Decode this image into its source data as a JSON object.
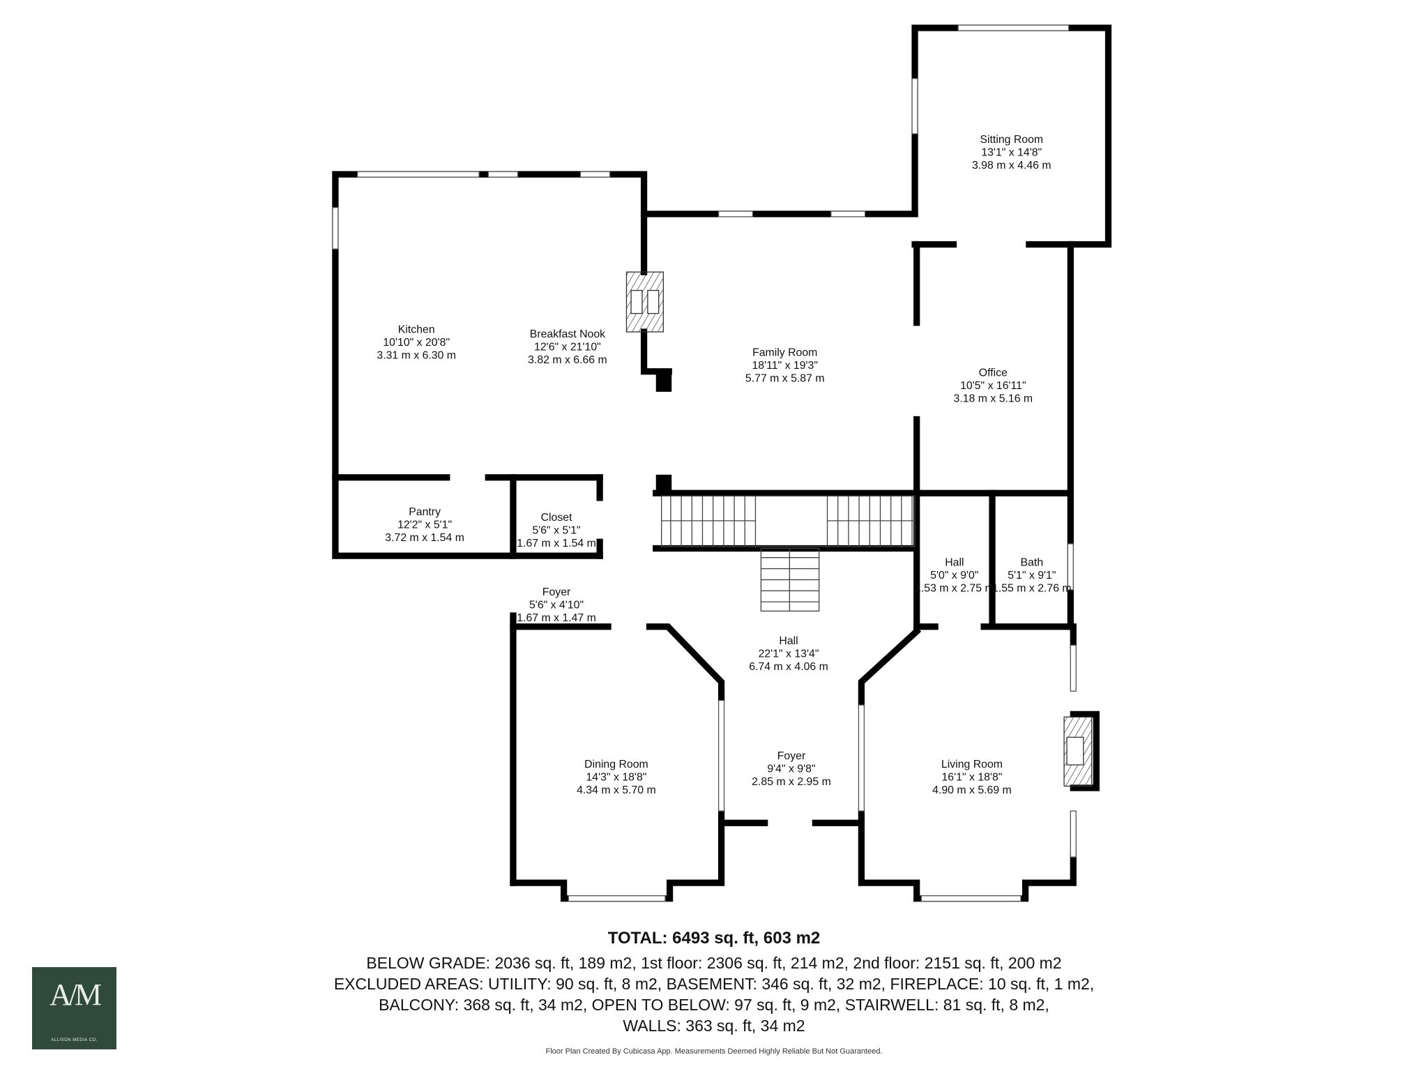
{
  "rooms": {
    "kitchen": {
      "name": "Kitchen",
      "imperial": "10'10\" x 20'8\"",
      "metric": "3.31 m x 6.30 m"
    },
    "breakfast_nook": {
      "name": "Breakfast Nook",
      "imperial": "12'6\" x 21'10\"",
      "metric": "3.82 m x 6.66 m"
    },
    "family_room": {
      "name": "Family Room",
      "imperial": "18'11\" x 19'3\"",
      "metric": "5.77 m x 5.87 m"
    },
    "sitting_room": {
      "name": "Sitting Room",
      "imperial": "13'1\" x 14'8\"",
      "metric": "3.98 m x 4.46 m"
    },
    "office": {
      "name": "Office",
      "imperial": "10'5\" x 16'11\"",
      "metric": "3.18 m x 5.16 m"
    },
    "pantry": {
      "name": "Pantry",
      "imperial": "12'2\" x 5'1\"",
      "metric": "3.72 m x 1.54 m"
    },
    "closet": {
      "name": "Closet",
      "imperial": "5'6\" x 5'1\"",
      "metric": "1.67 m x 1.54 m"
    },
    "foyer_small": {
      "name": "Foyer",
      "imperial": "5'6\" x 4'10\"",
      "metric": "1.67 m x 1.47 m"
    },
    "hall_small": {
      "name": "Hall",
      "imperial": "5'0\" x 9'0\"",
      "metric": "1.53 m x 2.75 m"
    },
    "bath": {
      "name": "Bath",
      "imperial": "5'1\" x 9'1\"",
      "metric": "1.55 m x 2.76 m"
    },
    "hall": {
      "name": "Hall",
      "imperial": "22'1\" x 13'4\"",
      "metric": "6.74 m x 4.06 m"
    },
    "dining_room": {
      "name": "Dining Room",
      "imperial": "14'3\" x 18'8\"",
      "metric": "4.34 m x 5.70 m"
    },
    "foyer": {
      "name": "Foyer",
      "imperial": "9'4\" x 9'8\"",
      "metric": "2.85 m x 2.95 m"
    },
    "living_room": {
      "name": "Living Room",
      "imperial": "16'1\" x 18'8\"",
      "metric": "4.90 m x 5.69 m"
    }
  },
  "summary": {
    "total": "TOTAL: 6493 sq. ft, 603 m2",
    "line1": "BELOW GRADE: 2036 sq. ft, 189 m2, 1st floor: 2306 sq. ft, 214 m2, 2nd floor: 2151 sq. ft, 200 m2",
    "line2": "EXCLUDED AREAS: UTILITY: 90 sq. ft, 8 m2, BASEMENT: 346 sq. ft, 32 m2, FIREPLACE: 10 sq. ft, 1 m2,",
    "line3": "BALCONY: 368 sq. ft, 34 m2, OPEN TO BELOW: 97 sq. ft, 9 m2, STAIRWELL: 81 sq. ft, 8 m2,",
    "line4": "WALLS: 363 sq. ft, 34 m2"
  },
  "credit": "Floor Plan Created By Cubicasa App. Measurements Deemed Highly Reliable But Not Guaranteed.",
  "logo": {
    "monogram": "A/M",
    "caption": "ALLISON MEDIA CO.",
    "color": "#2f4a3a"
  }
}
